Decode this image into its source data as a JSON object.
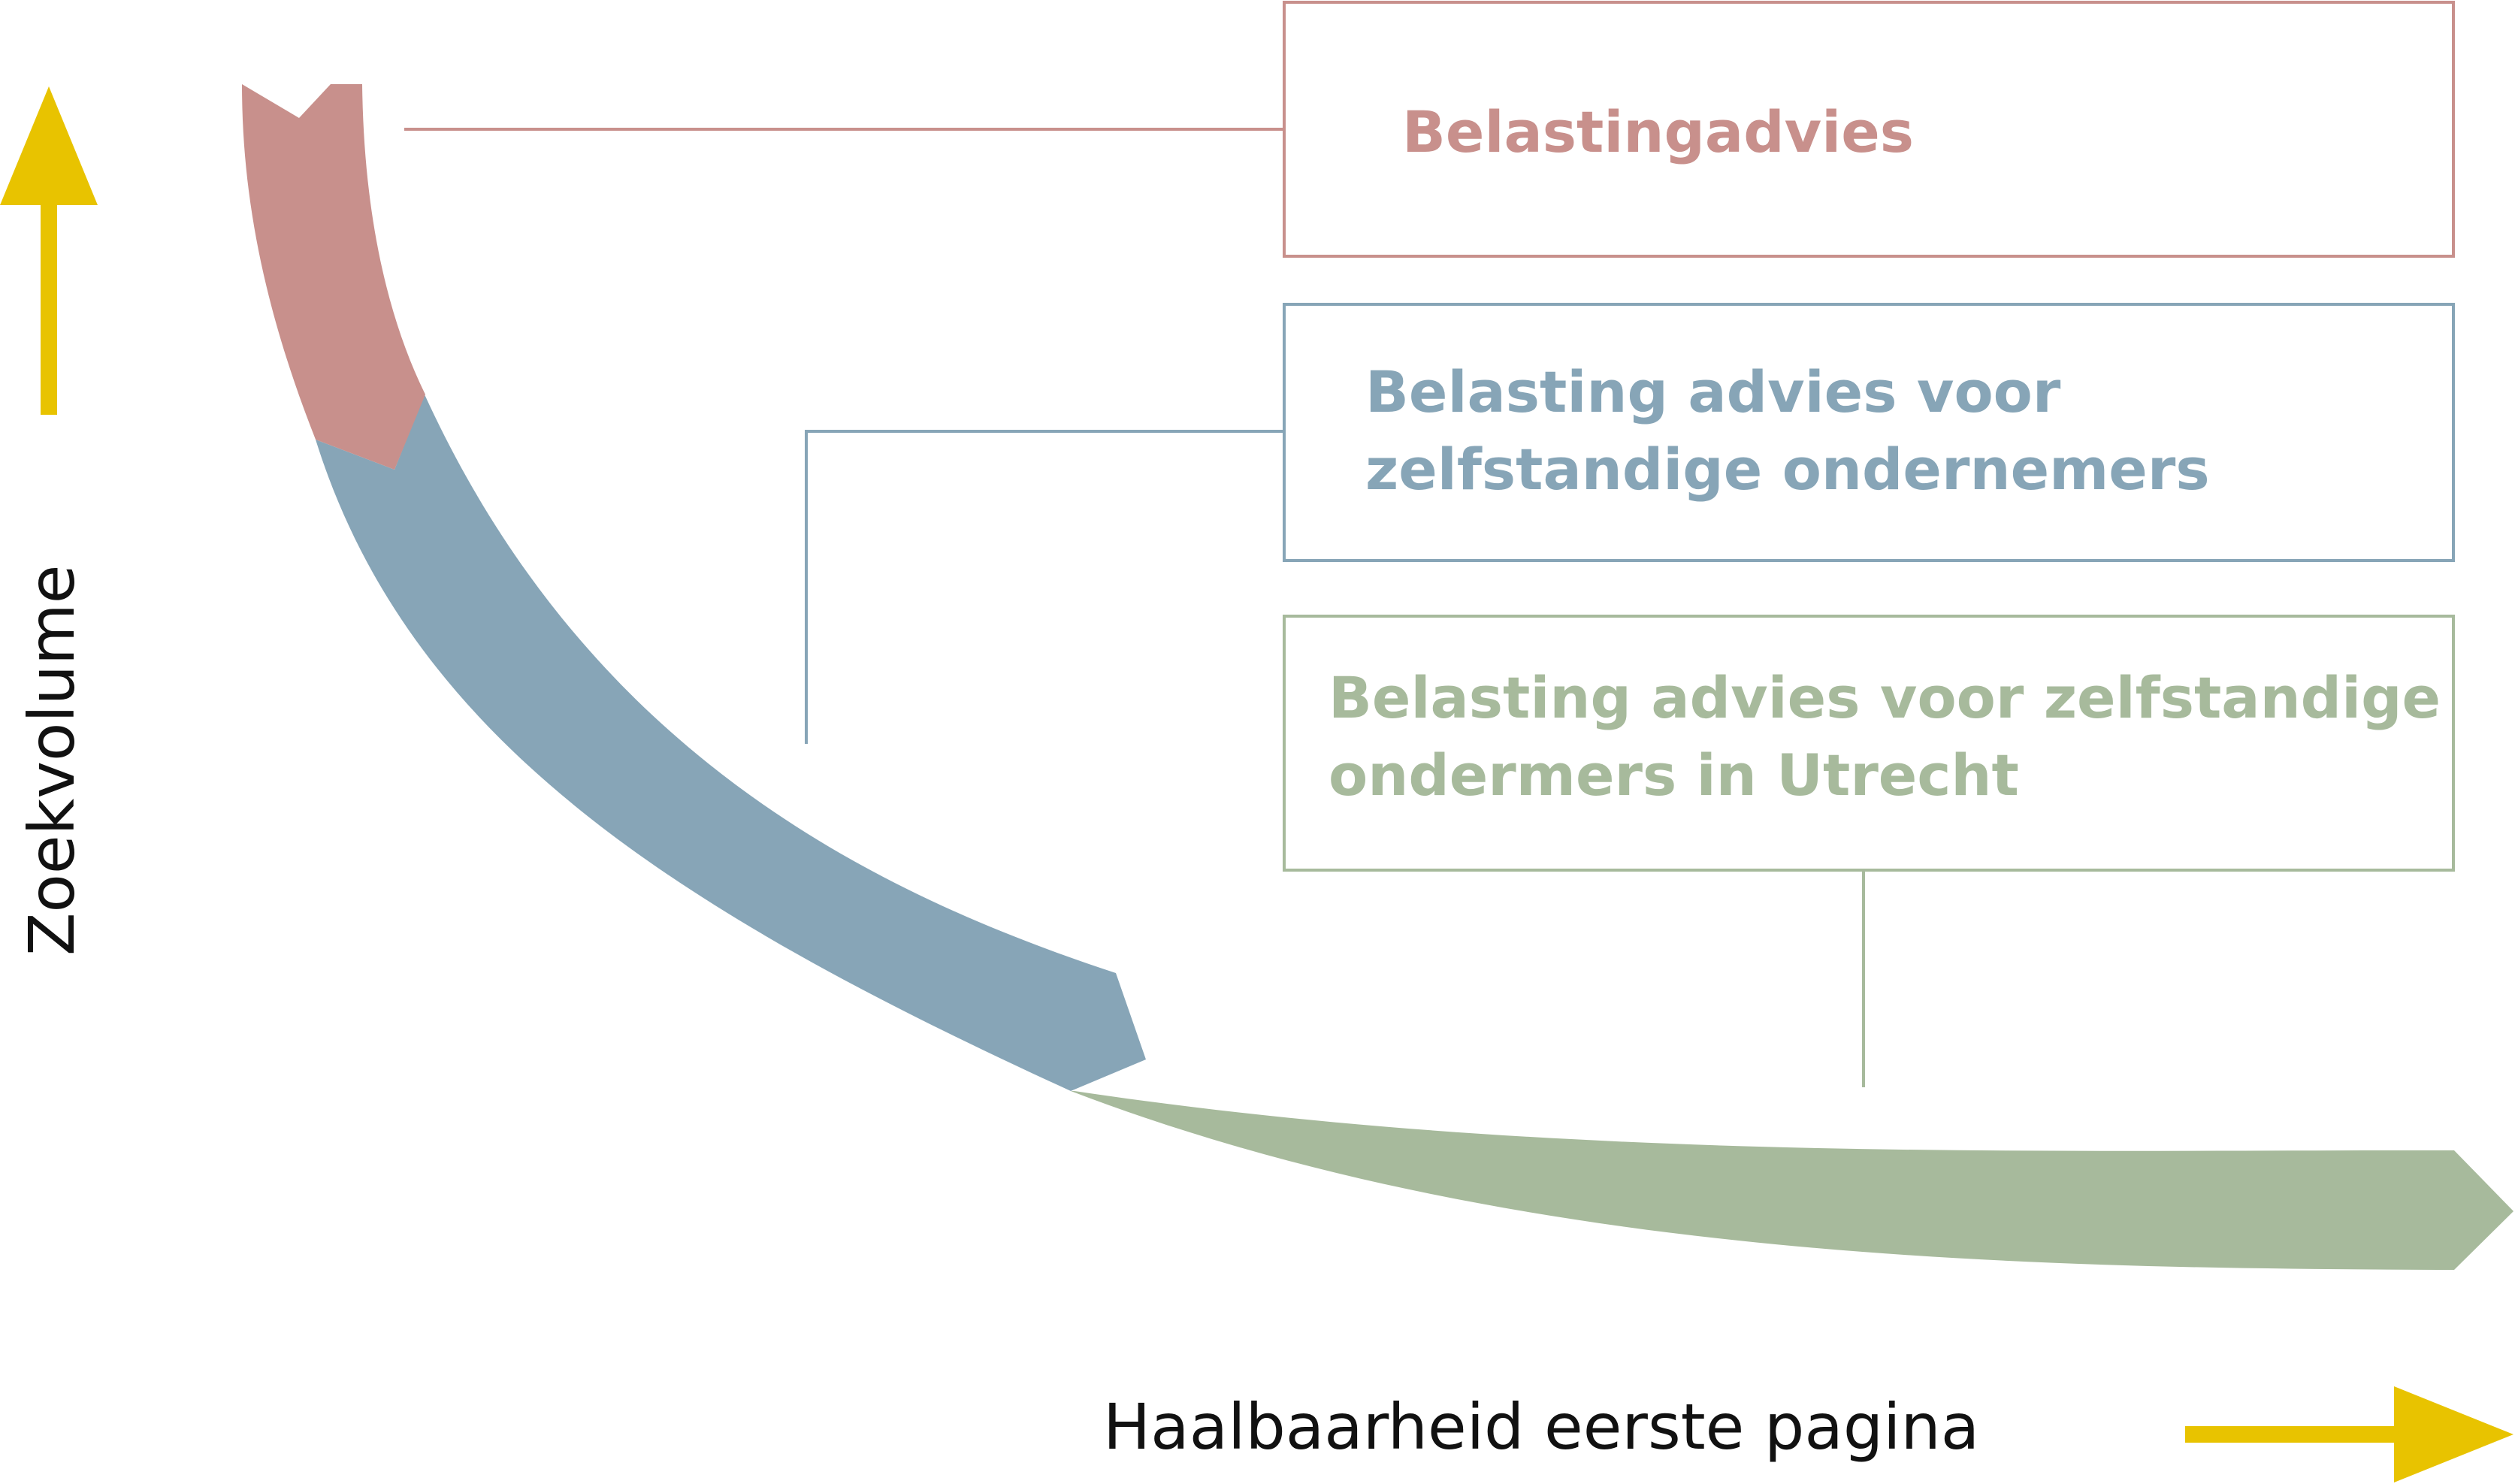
{
  "axes": {
    "y_label": "Zoekvolume",
    "x_label": "Haalbaarheid eerste pagina"
  },
  "keywords": [
    {
      "id": "head",
      "lines": [
        "Belastingadvies"
      ]
    },
    {
      "id": "middle",
      "lines": [
        "Belasting advies voor",
        "zelfstandige ondernemers"
      ]
    },
    {
      "id": "long-tail",
      "lines": [
        "Belasting advies voor zelfstandige",
        "ondermers in Utrecht"
      ]
    }
  ],
  "colors": {
    "head": "#c8908c",
    "middle": "#87a5b7",
    "long_tail": "#a7ba9c",
    "axis_arrow": "#e8c300",
    "axis_text": "#111111"
  },
  "icons": {
    "y_axis_arrow": "arrow-up",
    "x_axis_arrow": "arrow-right"
  }
}
